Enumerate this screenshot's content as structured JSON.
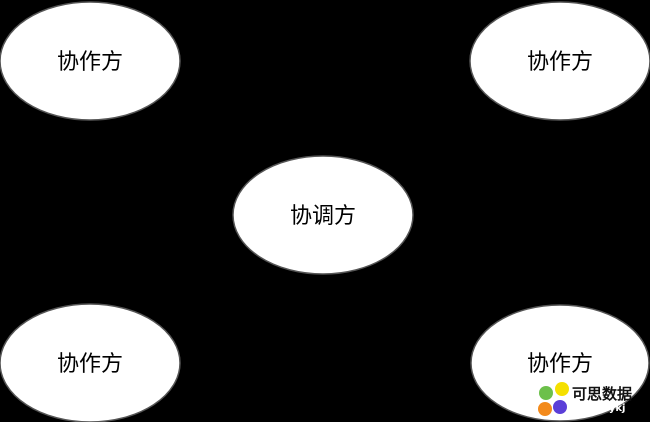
{
  "diagram": {
    "nodes": [
      {
        "id": "top-left",
        "label": "协作方"
      },
      {
        "id": "top-right",
        "label": "协作方"
      },
      {
        "id": "center",
        "label": "协调方"
      },
      {
        "id": "bottom-left",
        "label": "协作方"
      },
      {
        "id": "bottom-right",
        "label": "协作方"
      }
    ]
  },
  "watermark": {
    "text": "可思数据",
    "url": "www.sykj"
  },
  "colors": {
    "background": "#000000",
    "node_fill": "#ffffff",
    "node_stroke": "#555555"
  }
}
